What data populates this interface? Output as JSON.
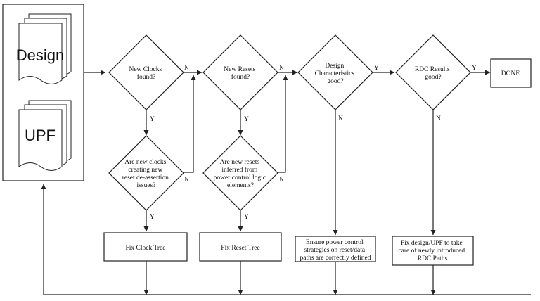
{
  "documents": {
    "design": "Design",
    "upf": "UPF"
  },
  "decisions": {
    "new_clocks": [
      "New Clocks",
      "found?"
    ],
    "new_resets": [
      "New Resets",
      "found?"
    ],
    "design_characteristics": [
      "Design",
      "Characteristics",
      "good?"
    ],
    "rdc_results": [
      "RDC Results",
      "good?"
    ],
    "clock_deassertion": [
      "Are new clocks",
      "creating new",
      "reset de-assertion",
      "issues?"
    ],
    "resets_inferred": [
      "Are new resets",
      "inferred from",
      "power control logic",
      "elements?"
    ]
  },
  "processes": {
    "done": "DONE",
    "fix_clock_tree": "Fix Clock Tree",
    "fix_reset_tree": "Fix Reset Tree",
    "ensure_power": [
      "Ensure power control",
      "strategies on reset/data",
      "paths are correctly defined"
    ],
    "fix_design_upf": [
      "Fix design/UPF to take",
      "care of newly introduced",
      "RDC Paths"
    ]
  },
  "edge_labels": {
    "yes": "Y",
    "no": "N"
  }
}
